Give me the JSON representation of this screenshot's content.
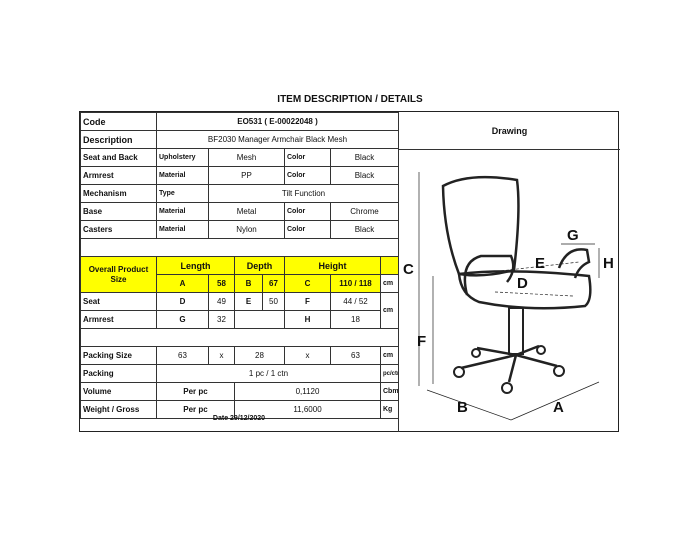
{
  "title": "ITEM DESCRIPTION / DETAILS",
  "code": {
    "label": "Code",
    "value": "EO531  ( E-00022048 )"
  },
  "description": {
    "label": "Description",
    "value": "BF2030 Manager Armchair Black Mesh"
  },
  "drawing_label": "Drawing",
  "materials": [
    {
      "part": "Seat and Back",
      "attr": "Upholstery",
      "value": "Mesh",
      "color_label": "Color",
      "color": "Black"
    },
    {
      "part": "Armrest",
      "attr": "Material",
      "value": "PP",
      "color_label": "Color",
      "color": "Black"
    },
    {
      "part": "Mechanism",
      "attr": "Type",
      "value": "Tilt Function"
    },
    {
      "part": "Base",
      "attr": "Material",
      "value": "Metal",
      "color_label": "Color",
      "color": "Chrome"
    },
    {
      "part": "Casters",
      "attr": "Material",
      "value": "Nylon",
      "color_label": "Color",
      "color": "Black"
    }
  ],
  "overall": {
    "label": "Overall Product Size",
    "length_label": "Length",
    "depth_label": "Depth",
    "height_label": "Height",
    "a": "A",
    "a_val": "58",
    "b": "B",
    "b_val": "67",
    "c": "C",
    "c_val": "110 / 118",
    "unit": "cm"
  },
  "seat": {
    "label": "Seat",
    "d": "D",
    "d_val": "49",
    "e": "E",
    "e_val": "50",
    "f": "F",
    "f_val": "44 / 52"
  },
  "armrest": {
    "label": "Armrest",
    "g": "G",
    "g_val": "32",
    "h": "H",
    "h_val": "18"
  },
  "dim_unit": "cm",
  "packing_size": {
    "label": "Packing Size",
    "l": "63",
    "x1": "x",
    "w": "28",
    "x2": "x",
    "h": "63",
    "unit": "cm"
  },
  "packing": {
    "label": "Packing",
    "value": "1 pc / 1 ctn",
    "unit": "pc/ctn"
  },
  "volume": {
    "label": "Volume",
    "per": "Per pc",
    "value": "0,1120",
    "unit": "Cbm"
  },
  "weight": {
    "label": "Weight / Gross",
    "per": "Per pc",
    "value": "11,6000",
    "unit": "Kg"
  },
  "date": "Date 29/12/2020",
  "drawing_letters": {
    "a": "A",
    "b": "B",
    "c": "C",
    "d": "D",
    "e": "E",
    "f": "F",
    "g": "G",
    "h": "H"
  }
}
